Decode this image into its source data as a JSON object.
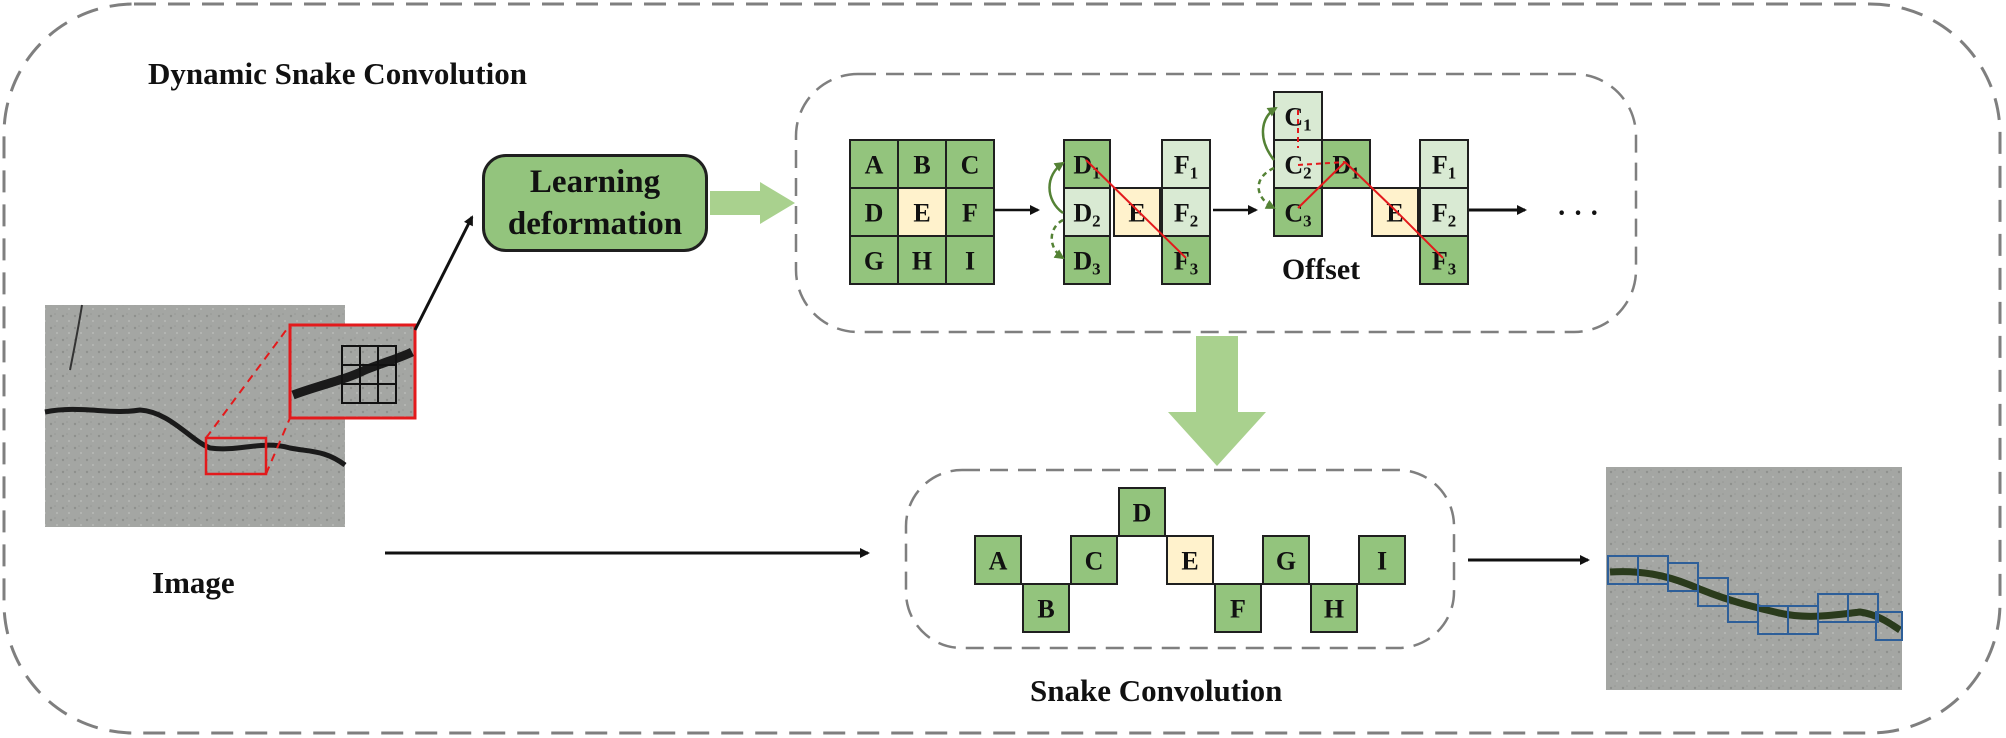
{
  "diagram": {
    "main_title": "Dynamic Snake Convolution",
    "image_label": "Image",
    "learning_box": {
      "line1": "Learning",
      "line2": "deformation"
    },
    "offset_label": "Offset",
    "snake_label": "Snake Convolution",
    "ellipsis": "· · ·",
    "kernel_3x3": [
      "A",
      "B",
      "C",
      "D",
      "E",
      "F",
      "G",
      "H",
      "I"
    ],
    "deform_stage1": {
      "left": [
        "D1",
        "D2",
        "D3"
      ],
      "center": "E",
      "right": [
        "F1",
        "F2",
        "F3"
      ]
    },
    "deform_stage2": {
      "top": [
        "C1",
        "C2",
        "C3"
      ],
      "mid": "D1",
      "center": "E",
      "right": [
        "F1",
        "F2",
        "F3"
      ]
    },
    "snake_cells": [
      "A",
      "B",
      "C",
      "D",
      "E",
      "F",
      "G",
      "H",
      "I"
    ]
  },
  "colors": {
    "green_cell": "#93c47d",
    "light_green_cell": "#d9ead3",
    "center_cell": "#fff2cc",
    "dashed_border": "#7f7f7f",
    "arrow_green": "#a9d18e",
    "highlight_red": "#e31a1c",
    "curve_green": "#548235"
  }
}
